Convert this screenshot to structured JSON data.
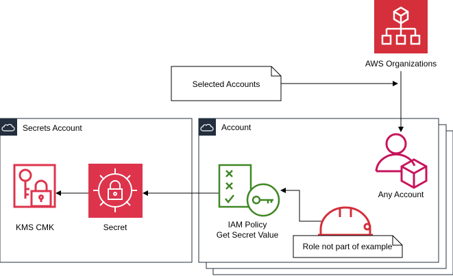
{
  "nodes": {
    "aws_organizations": "AWS Organizations",
    "selected_accounts": "Selected Accounts",
    "any_account": "Any Account",
    "kms_cmk": "KMS CMK",
    "secret": "Secret",
    "iam_policy_line1": "IAM Policy",
    "iam_policy_line2": "Get Secret Value",
    "role_note": "Role not part of example"
  },
  "groups": {
    "secrets_account": "Secrets Account",
    "account": "Account"
  },
  "colors": {
    "organizations_red": "#d42f3a",
    "security_red": "#dd344c",
    "iam_green": "#3f8624",
    "any_account_pink": "#c7145c",
    "group_header": "#232f3e",
    "role_red": "#d42f3a"
  }
}
